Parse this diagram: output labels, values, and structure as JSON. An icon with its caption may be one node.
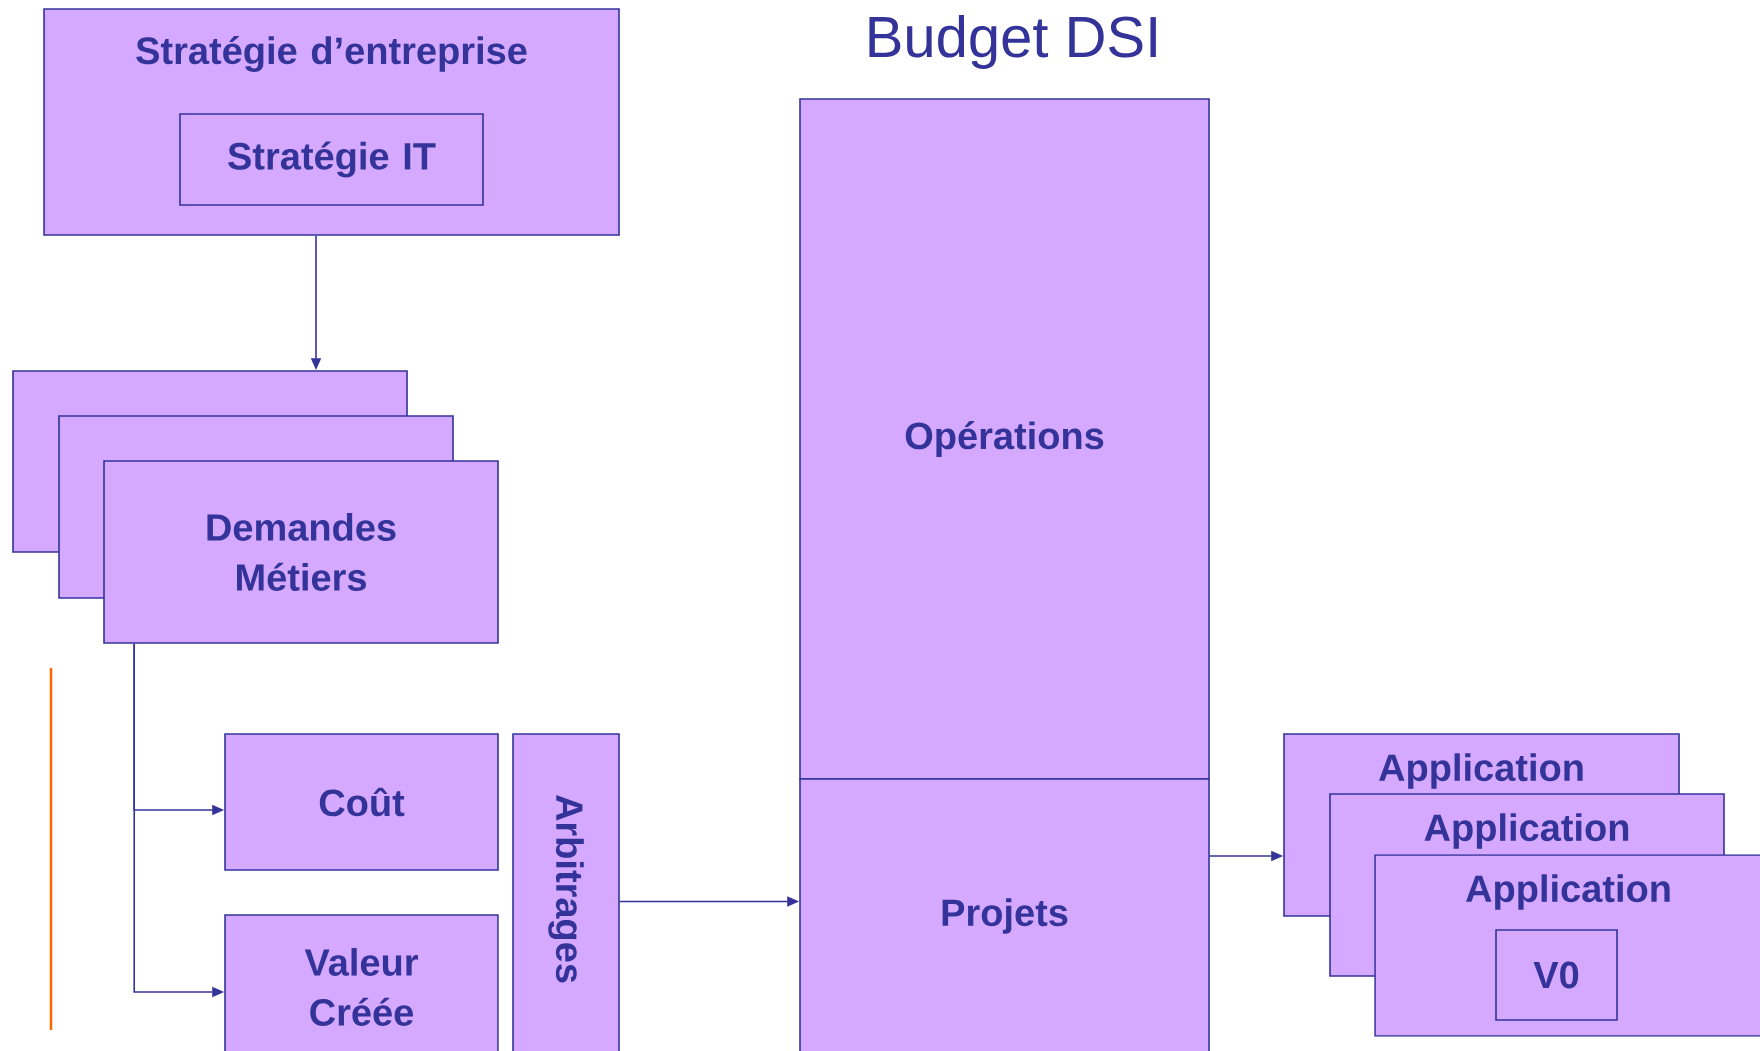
{
  "diagram": {
    "title": "Budget DSI",
    "nodes": [
      {
        "text": [
          "Stratégie d’entreprise"
        ]
      },
      {
        "text": [
          "Stratégie IT"
        ],
        "in": 0
      },
      {
        "text": [],
        "shape": "box"
      },
      {
        "text": [],
        "shape": "box"
      },
      {
        "text": [
          "Demandes Métiers"
        ]
      },
      {
        "text": [
          "Coût"
        ]
      },
      {
        "text": [
          "Valeur Créée"
        ]
      },
      {
        "text": [
          "Arbitrages"
        ]
      },
      {
        "text": [
          "Opérations"
        ]
      },
      {
        "text": [
          "Projets"
        ]
      },
      {
        "text": [
          "Application"
        ]
      },
      {
        "text": [
          "Application"
        ]
      },
      {
        "text": [
          "Application"
        ]
      },
      {
        "text": [
          "V0"
        ],
        "in": 12
      }
    ],
    "edges": [
      {
        "from": 0,
        "to": 2,
        "arrow": "to"
      },
      {
        "from": 4,
        "to": 5,
        "arrow": "to"
      },
      {
        "from": 4,
        "to": 6,
        "arrow": "to"
      },
      {
        "from": 7,
        "to": 9,
        "arrow": "to"
      },
      {
        "from": 9,
        "to": 10,
        "arrow": "to"
      }
    ]
  }
}
